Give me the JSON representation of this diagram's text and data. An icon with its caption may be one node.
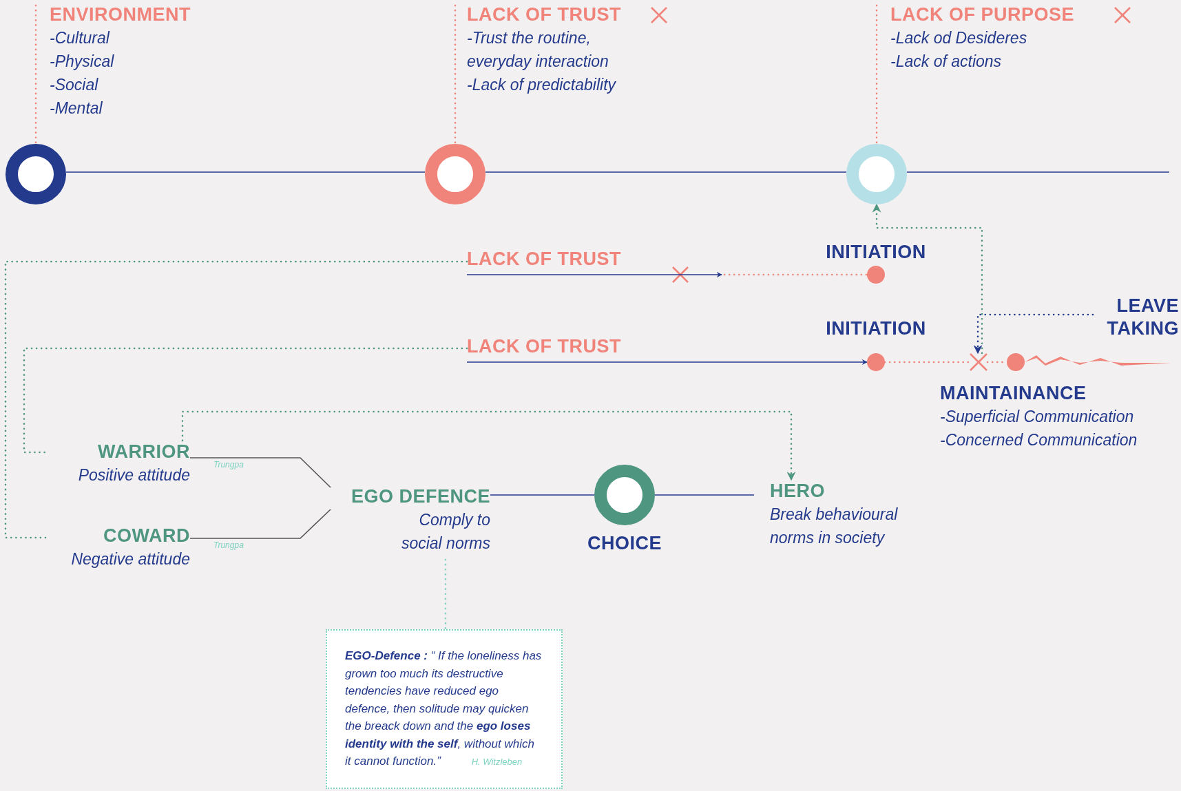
{
  "diagram": {
    "nodes": [
      {
        "text": [
          "ENVIRONMENT",
          "-Cultural",
          "-Physical",
          "-Social",
          "-Mental"
        ]
      },
      {
        "text": [],
        "shape": "circle"
      },
      {
        "text": [
          "LACK OF TRUST",
          "-Trust the routine, everyday interaction",
          "-Lack of predictability"
        ]
      },
      {
        "text": [],
        "shape": "circle"
      },
      {
        "text": [
          "LACK OF PURPOSE",
          "-Lack od Desideres",
          "-Lack of actions"
        ]
      },
      {
        "text": [],
        "shape": "circle"
      },
      {
        "text": [
          "LACK OF TRUST"
        ]
      },
      {
        "text": [],
        "shape": "circle",
        "beside": [
          "INITIATION"
        ]
      },
      {
        "text": [
          "LACK OF TRUST"
        ]
      },
      {
        "text": [],
        "shape": "circle",
        "beside": [
          "INITIATION"
        ]
      },
      {
        "text": [],
        "shape": "cross"
      },
      {
        "text": [],
        "shape": "circle",
        "beside": [
          "MAINTAINANCE",
          "-Superficial Communication",
          "-Concerned Communication"
        ]
      },
      {
        "text": [
          "LEAVE TAKING"
        ]
      },
      {
        "text": [
          "WARRIOR",
          "Positive attitude"
        ]
      },
      {
        "text": [
          "COWARD",
          "Negative attitude"
        ]
      },
      {
        "text": [
          "EGO DEFENCE",
          "Comply to social norms"
        ]
      },
      {
        "text": [],
        "shape": "circle",
        "beside": [
          "CHOICE"
        ]
      },
      {
        "text": [
          "HERO",
          "Break behavioural norms in society"
        ]
      },
      {
        "text": [],
        "shape": "zigzag"
      },
      {
        "text": [
          "**EGO-Defence :** “ If the loneliness has grown too much its destructive tendencies have reduced ego defence, then solitude may quicken the breack down and the **ego loses identity with the self**, without which it cannot function.”",
          "H. Witzleben"
        ]
      }
    ],
    "edges": [
      {
        "from": 0,
        "to": 1,
        "arrow": "none",
        "style": "dashed",
        "color": "#f0837a"
      },
      {
        "from": 2,
        "to": 3,
        "arrow": "none",
        "style": "dashed",
        "color": "#f0837a"
      },
      {
        "from": 4,
        "to": 5,
        "arrow": "none",
        "style": "dashed",
        "color": "#f0837a"
      },
      {
        "from": 1,
        "to": 3,
        "arrow": "none"
      },
      {
        "from": 3,
        "to": 5,
        "arrow": "none"
      },
      {
        "from": 5,
        "to": null,
        "arrow": "none"
      },
      {
        "from": 6,
        "to": null,
        "arrow": "to"
      },
      {
        "from": null,
        "to": 7,
        "arrow": "none",
        "style": "dashed",
        "color": "#f0837a"
      },
      {
        "from": 8,
        "to": 9,
        "arrow": "to"
      },
      {
        "from": 9,
        "to": 10,
        "arrow": "none",
        "style": "dashed",
        "color": "#f0837a"
      },
      {
        "from": 10,
        "to": 11,
        "arrow": "none",
        "style": "dashed",
        "color": "#f0837a"
      },
      {
        "from": 12,
        "to": 10,
        "arrow": "to",
        "style": "dashed"
      },
      {
        "from": 10,
        "to": 5,
        "arrow": "to",
        "style": "dashed",
        "color": "#4e9680"
      },
      {
        "from": 6,
        "to": 14,
        "arrow": "none",
        "style": "dashed",
        "color": "#4e9680"
      },
      {
        "from": 8,
        "to": 13,
        "arrow": "none",
        "style": "dashed",
        "color": "#4e9680"
      },
      {
        "from": 13,
        "to": 17,
        "arrow": "to",
        "style": "dashed",
        "color": "#4e9680"
      },
      {
        "from": 13,
        "to": 15,
        "arrow": "none",
        "label": "Trungpa",
        "color": "#555555"
      },
      {
        "from": 14,
        "to": 15,
        "arrow": "none",
        "label": "Trungpa",
        "color": "#555555"
      },
      {
        "from": 15,
        "to": 16,
        "arrow": "none"
      },
      {
        "from": 16,
        "to": 17,
        "arrow": "none"
      },
      {
        "from": 15,
        "to": 19,
        "arrow": "none",
        "style": "dashed",
        "color": "#7dd3c0"
      }
    ]
  }
}
